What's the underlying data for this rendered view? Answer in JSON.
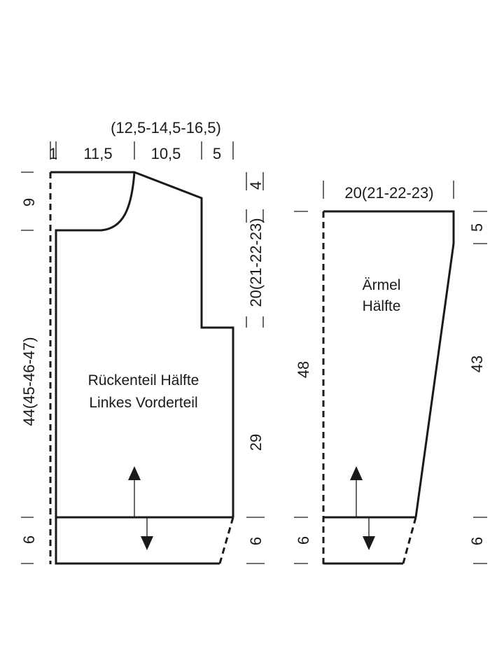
{
  "back_piece": {
    "title_line1": "Rückenteil Hälfte",
    "title_line2": "Linkes Vorderteil",
    "top_widths": {
      "alternate_sizes": "(12,5-14,5-16,5)",
      "edge": "1",
      "neck": "11,5",
      "shoulder": "10,5",
      "extra": "5"
    },
    "left_heights": {
      "neck_depth": "9",
      "total": "44(45-46-47)",
      "rib": "6"
    },
    "right_heights": {
      "shoulder_slope": "4",
      "armhole": "20(21-22-23)",
      "side": "29",
      "rib": "6"
    }
  },
  "sleeve_piece": {
    "title_line1": "Ärmel",
    "title_line2": "Hälfte",
    "top_width": "20(21-22-23)",
    "left_heights": {
      "total": "48",
      "rib": "6"
    },
    "right_heights": {
      "cap": "5",
      "body": "43",
      "rib": "6"
    }
  },
  "colors": {
    "line": "#1a1a1a",
    "background": "#ffffff"
  }
}
